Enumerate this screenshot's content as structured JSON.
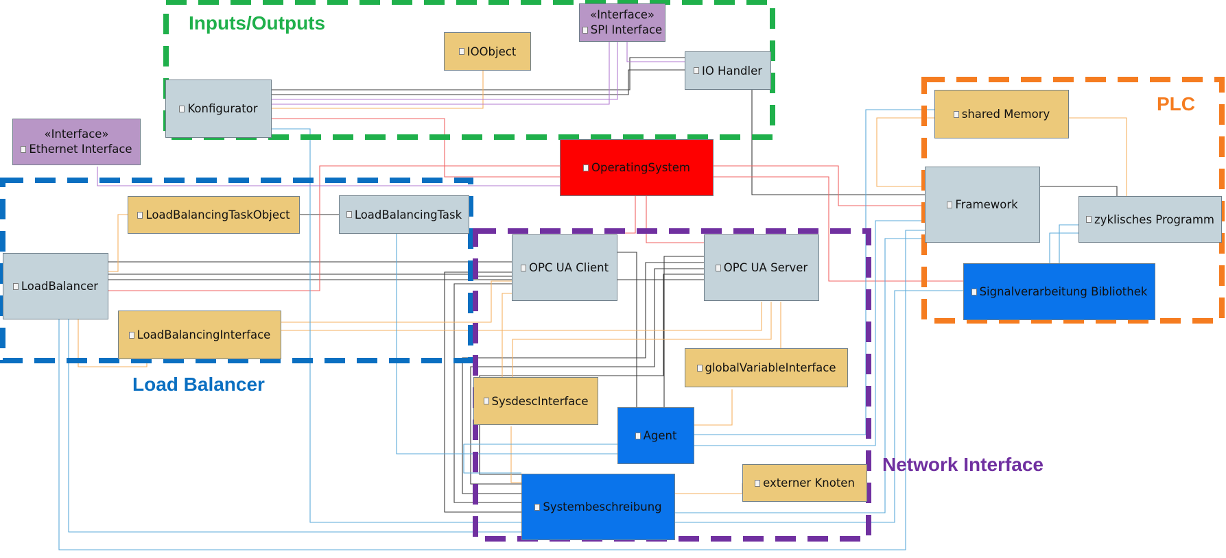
{
  "regions": {
    "io": {
      "label": "Inputs/Outputs",
      "color": "#1fb04b"
    },
    "plc": {
      "label": "PLC",
      "color": "#f57c20"
    },
    "load_balancer": {
      "label": "Load Balancer",
      "color": "#0a6fc1"
    },
    "network": {
      "label": "Network Interface",
      "color": "#7030a0"
    }
  },
  "nodes": {
    "spi_interface": {
      "stereotype": "«Interface»",
      "name": "SPI Interface"
    },
    "ioobject": {
      "name": "IOObject"
    },
    "io_handler": {
      "name": "IO Handler"
    },
    "konfigurator": {
      "name": "Konfigurator"
    },
    "ethernet_interface": {
      "stereotype": "«Interface»",
      "name": "Ethernet Interface"
    },
    "operating_system": {
      "name": "OperatingSystem"
    },
    "shared_memory": {
      "name": "shared Memory"
    },
    "framework": {
      "name": "Framework"
    },
    "zyklisches_programm": {
      "name": "zyklisches Programm"
    },
    "signalverarbeitung": {
      "name": "Signalverarbeitung Bibliothek"
    },
    "lb_task_object": {
      "name": "LoadBalancingTaskObject"
    },
    "lb_task": {
      "name": "LoadBalancingTask"
    },
    "load_balancer": {
      "name": "LoadBalancer"
    },
    "lb_interface": {
      "name": "LoadBalancingInterface"
    },
    "opc_client": {
      "name": "OPC UA Client"
    },
    "opc_server": {
      "name": "OPC UA Server"
    },
    "global_var_interface": {
      "name": "globalVariableInterface"
    },
    "sysdesc_interface": {
      "name": "SysdescInterface"
    },
    "agent": {
      "name": "Agent"
    },
    "externer_knoten": {
      "name": "externer Knoten"
    },
    "systembeschreibung": {
      "name": "Systembeschreibung"
    }
  },
  "colors": {
    "connector_dark": "#3a3a3a",
    "connector_orange": "#f5b060",
    "connector_red": "#f06060",
    "connector_blue": "#5aa8d8",
    "connector_purple": "#b27ad0",
    "class_fill": "#c4d3da",
    "interface_fill": "#ecc97a",
    "stereotype_fill": "#b896c6",
    "os_fill": "#fe0000",
    "highlight_fill": "#0a74eb"
  }
}
